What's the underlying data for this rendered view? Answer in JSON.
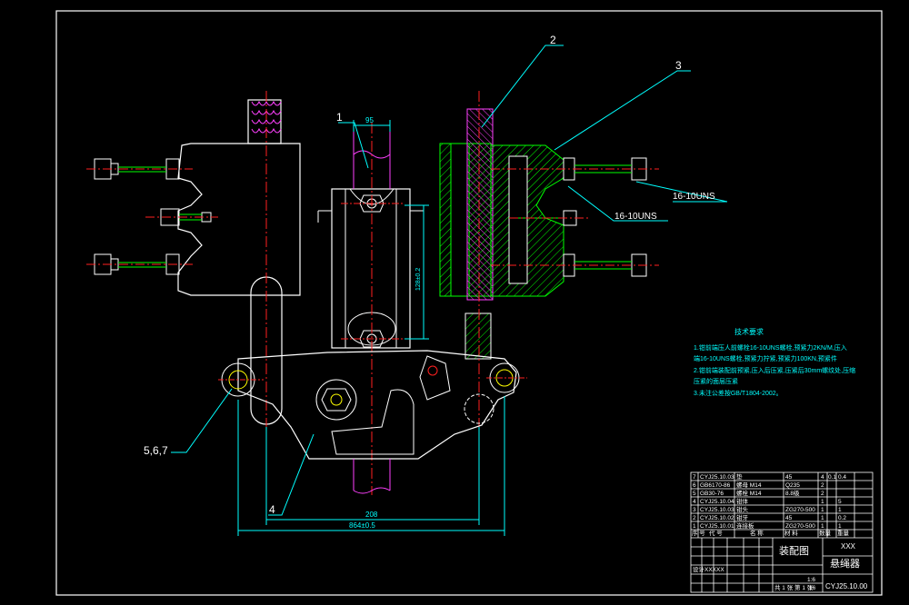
{
  "callouts": {
    "c1": "1",
    "c2": "2",
    "c3": "3",
    "c4": "4",
    "c567": "5,6,7"
  },
  "threads": {
    "t1": "16-10UNS",
    "t2": "16-10UNS"
  },
  "dims": {
    "d_top": "95",
    "d_vert": "128±0.2",
    "d_208": "208",
    "d_total": "864±0.5"
  },
  "tech_req": {
    "title": "技术要求",
    "line1": "1.钳前端压人前螺栓16-10UNS螺栓,预紧力2KN/M,压入",
    "line2": "  端16-10UNS螺栓,预紧力拧紧,预紧力100KN,预紧件",
    "line3": "2.钳前端装配前预紧,压入后压紧,压紧后30mm螺纹处,压缩",
    "line4": "  压紧的面层压紧",
    "line5": "3.未注公差按GB/T1804-2002。"
  },
  "title_block": {
    "parts": [
      {
        "no": "7",
        "code": "CYJ25.10.03",
        "name": "垫",
        "qty": "4",
        "mat": "45",
        "w": "0.1",
        "tw": "0.4"
      },
      {
        "no": "6",
        "code": "GB6170-86",
        "name": "螺母 M14",
        "qty": "2",
        "mat": "Q235",
        "w": "",
        "tw": ""
      },
      {
        "no": "5",
        "code": "GB30-76",
        "name": "螺栓 M14",
        "qty": "2",
        "mat": "8.8级",
        "w": "",
        "tw": ""
      },
      {
        "no": "4",
        "code": "CYJ25.10.04",
        "name": "钳体",
        "qty": "1",
        "mat": "",
        "w": "",
        "tw": "5"
      },
      {
        "no": "3",
        "code": "CYJ25.10.03",
        "name": "钳头",
        "qty": "1",
        "mat": "ZG270-500",
        "w": "",
        "tw": "1"
      },
      {
        "no": "2",
        "code": "CYJ25.10.02",
        "name": "钳牙",
        "qty": "1",
        "mat": "45",
        "w": "",
        "tw": "0.2"
      },
      {
        "no": "1",
        "code": "CYJ25.10.01",
        "name": "连接板",
        "qty": "1",
        "mat": "ZG270-500",
        "w": "",
        "tw": "1"
      }
    ],
    "head_no": "序 号",
    "head_code": "代 号",
    "head_name": "名 称",
    "head_qty": "数量",
    "head_mat": "材 料",
    "head_weight": "重量",
    "drawing_type": "装配图",
    "school": "XXX",
    "drawing_name": "悬绳器",
    "scale": "1:6",
    "sheet": "共 1 张 第 1 张",
    "drawing_no": "CYJ25.10.00",
    "weight_total": "16",
    "designer_label": "设计",
    "designer": "XXXXX"
  },
  "colors": {
    "outline": "#ffffff",
    "part_green": "#00ff00",
    "center_red": "#ff2020",
    "hatch_magenta": "#ff40ff",
    "dim_cyan": "#00ffff",
    "yellow": "#ffff00"
  }
}
